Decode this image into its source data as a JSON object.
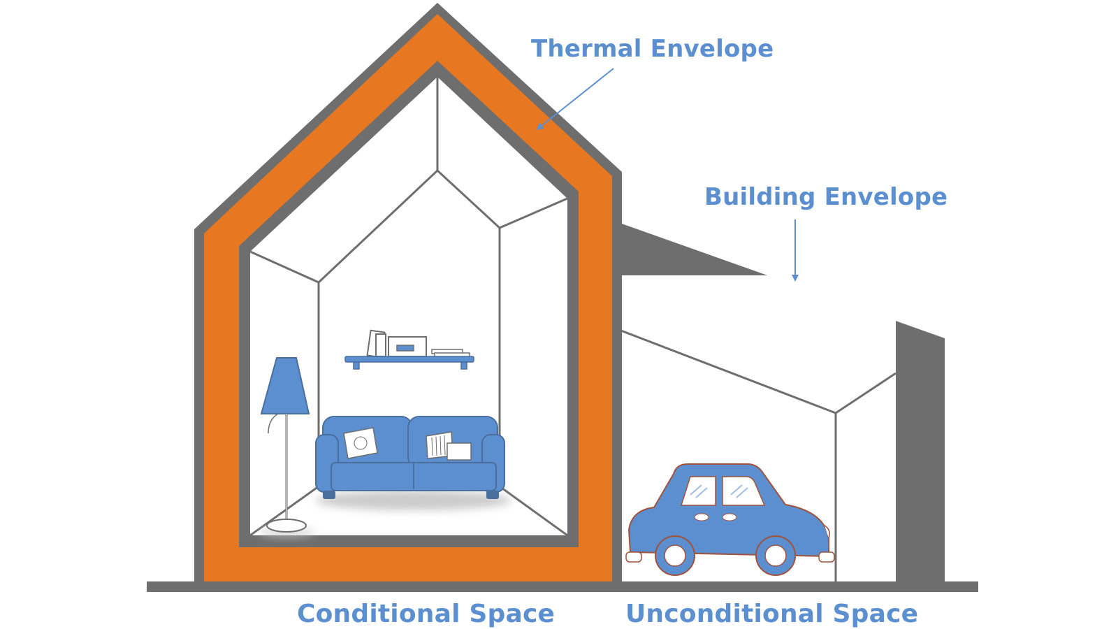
{
  "labels": {
    "thermal_envelope": "Thermal Envelope",
    "building_envelope": "Building Envelope",
    "conditional_space": "Conditional Space",
    "unconditional_space": "Unconditional Space"
  },
  "colors": {
    "envelope_gray": "#6d6e6d",
    "insulation_orange": "#e87722",
    "accent_blue": "#5b8fcf",
    "line_gray": "#6d6e6d",
    "background": "#ffffff"
  },
  "icons": [
    "floor-lamp-icon",
    "sofa-icon",
    "wall-shelf-icon",
    "car-icon",
    "arrow-icon"
  ]
}
